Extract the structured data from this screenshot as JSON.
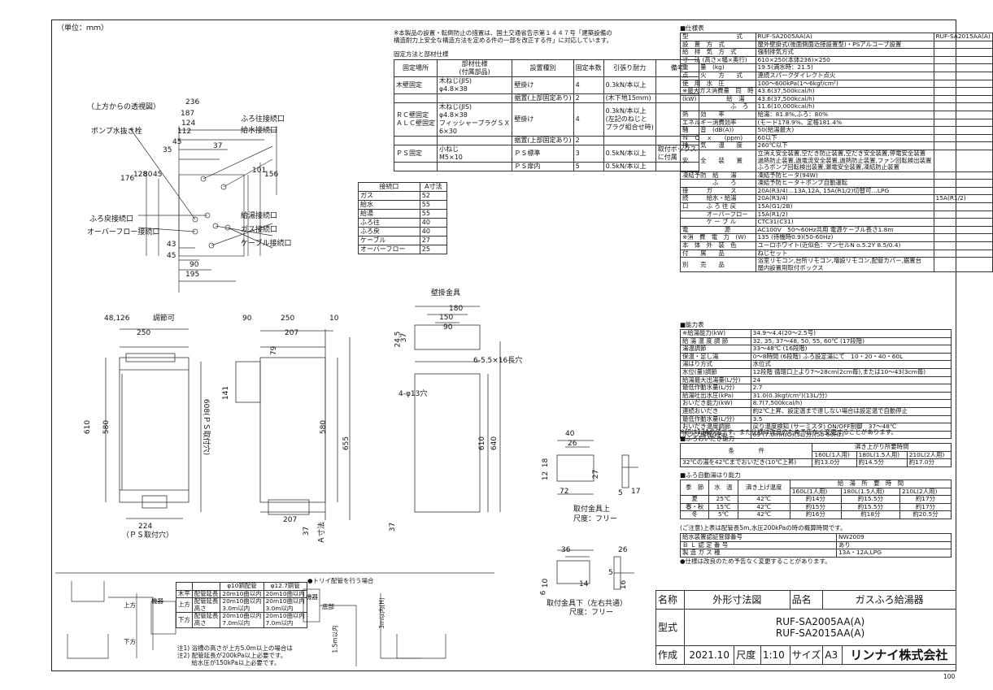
{
  "unit_note": "（単位：ｍｍ）",
  "notice": "※本製品の設置・転倒防止の措置は、国土交通省告示第１４４７号「建築設備の\n構造耐力上安全な構造方法を定める件の一部を改正する件」に対応しています。",
  "fixing": {
    "caption": "固定方法と部材仕様",
    "headers": [
      "固定場所",
      "部材仕様\n(付属部品)",
      "設置種別",
      "固定本数",
      "引張り耐力",
      "備考"
    ],
    "rows": [
      [
        "木壁固定",
        "木ねじ(JIS)\nφ4.8×38",
        "壁掛け",
        "4",
        "0.3kN/本以上",
        ""
      ],
      [
        "",
        "",
        "据置(上部固定あり)",
        "2",
        "(木下地15mm)",
        ""
      ],
      [
        "ＲＣ壁固定\nＡＬＣ壁固定",
        "木ねじ(JIS)\nφ4.8×38\nフィッシャープラグＳＸ\n6×30",
        "壁掛け",
        "4",
        "0.3kN/本以上\n(左記のねじと\nプラグ組合せ時)",
        ""
      ],
      [
        "",
        "",
        "据置(上部固定あり)",
        "2",
        "",
        ""
      ],
      [
        "ＰＳ固定",
        "小ねじ\nM5×10",
        "ＰＳ標準",
        "3",
        "0.5kN/本以上",
        "取付ボックス\nに付属"
      ],
      [
        "",
        "",
        "ＰＳ扉内",
        "5",
        "0.5kN/本以上",
        ""
      ]
    ]
  },
  "dims_table": {
    "headers": [
      "接続口",
      "A寸法"
    ],
    "rows": [
      [
        "ガス",
        "52"
      ],
      [
        "給水",
        "55"
      ],
      [
        "給湯",
        "55"
      ],
      [
        "ふろ往",
        "40"
      ],
      [
        "ふろ戻",
        "40"
      ],
      [
        "ケーブル",
        "27"
      ],
      [
        "オーバーフロー",
        "25"
      ]
    ]
  },
  "top_view": {
    "caption": "（上方からの透視図）",
    "labels": [
      "ポンプ水抜き栓",
      "ふろ往接続口",
      "給水接続口",
      "給湯接続口",
      "ふろ戻接続口",
      "ガス接続口",
      "オーバーフロー接続口",
      "ケーブル接続口"
    ],
    "dims": [
      "236",
      "187",
      "124",
      "112",
      "45",
      "35",
      "37",
      "101",
      "156",
      "176",
      "128",
      "80",
      "45",
      "43",
      "45",
      "90",
      "195"
    ]
  },
  "front_view": {
    "dims": [
      "48,126",
      "調節可",
      "250",
      "610",
      "580",
      "224",
      "（ＰＳ取付穴）",
      "608(ＰＳ取付穴)"
    ]
  },
  "side_view": {
    "dims": [
      "90",
      "250",
      "10",
      "207",
      "79",
      "141",
      "580",
      "655",
      "207",
      "37",
      "Ａ寸法"
    ]
  },
  "bracket": {
    "label": "壁掛金具",
    "dims": [
      "180",
      "150",
      "90",
      "24.5",
      "37",
      "6-5.5×16長穴",
      "4-φ13穴",
      "610",
      "640",
      "37"
    ]
  },
  "upper_bracket": {
    "label": "取付金具上",
    "scale": "尺度：フリー",
    "dims": [
      "40",
      "26",
      "18",
      "12",
      "27",
      "72",
      "17",
      "5"
    ]
  },
  "lower_bracket": {
    "label": "取付金具下（左右共通）",
    "scale": "尺度：フリー",
    "dims": [
      "36",
      "26",
      "10",
      "6",
      "14",
      "16",
      "5"
    ]
  },
  "spec": {
    "caption": "■仕様表",
    "rows": [
      [
        "型　　　　　　　　式",
        "RUF-SA2005AA(A)",
        "RUF-SA2015AA(A)"
      ],
      [
        "設　置　方　式",
        "屋外壁掛式(後面側面近接設置型)・PSアルコーブ設置",
        ""
      ],
      [
        "給　排　気　方　式",
        "強制排気方式",
        ""
      ],
      [
        "寸　法 (高さ×幅×奥行)",
        "610×250(本体236)×250",
        ""
      ],
      [
        "重　　量　(kg)",
        "19.5(満水時：21.5)",
        ""
      ],
      [
        "点　　火　　方　　式",
        "連続スパークダイレクト点火",
        ""
      ],
      [
        "使　用　水　圧",
        "100〜600kPa(1〜6kgf/cm²)",
        ""
      ],
      [
        "※最大ガス消費量　同　時",
        "43.6(37,500kcal/h)",
        ""
      ],
      [
        "(kW)　　　　　給　湯",
        "43.6(37,500kcal/h)",
        ""
      ],
      [
        "　　　　　　　　ふ　ろ",
        "11.6(10,000kcal/h)",
        ""
      ],
      [
        "熱　　効　　率",
        "給湯：81.8%,ふろ：80%",
        ""
      ],
      [
        "エネルギー消費効率",
        "(モード178.9%、定格181.4%",
        ""
      ],
      [
        "騒　　音　(dB(A))",
        "50(給湯最大)",
        ""
      ],
      [
        "Ｎ　Ｏ　ｘ　　(ppm)",
        "60以下",
        ""
      ],
      [
        "排　　気　　温　　度",
        "260℃以下",
        ""
      ],
      [
        "安　　全　　装　　置",
        "立消え安全装置,空だき防止装置,空だき安全装置,停電安全装置\n過熱防止装置,過電流安全装置,過熱防止装置,ファン回転検出装置\nふろポンプ回転検出装置,漏電安全装置,凍結防止装置",
        ""
      ],
      [
        "凍結予防　給　　湯",
        "凍結予防ヒータ(94W)",
        ""
      ],
      [
        "　　　　　ふ　　ろ",
        "凍結予防ヒータ＋ポンプ自動運転",
        ""
      ],
      [
        "接　　　ガ　　　ス",
        "20A(R3/4)…13A,12A, 15A(R1/2)切替可…LPG",
        ""
      ],
      [
        "続　　　給水・給湯",
        "20A(R3/4)",
        "15A(R1/2)"
      ],
      [
        "口　　　ふ ろ 往 戻",
        "15A(G1/2B)",
        ""
      ],
      [
        "　　　　オーバーフロー",
        "15A(R1/2)",
        ""
      ],
      [
        "　　　　ケ ー ブ ル",
        "CTC31(C31)",
        ""
      ],
      [
        "電　　　　　　源",
        "AC100V　50〜60Hz共用 電源ケーブル長さ1.8m",
        ""
      ],
      [
        "※消　費　電　力　(W)",
        "135 (待機時0.9)(50-60Hz)",
        ""
      ],
      [
        "本　体　外　装　色",
        "ユーロホワイト(近似色：マンセルN o.5.2Y 8.5/0.4)",
        ""
      ],
      [
        "付　　属　　品",
        "ねじセット",
        ""
      ],
      [
        "別　　売　　品",
        "浴室リモコン,台所リモコン,増設リモコン,配管カバー,据置台\n屋内設置用取付ボックス",
        ""
      ]
    ]
  },
  "performance": {
    "caption": "■能力表",
    "rows": [
      [
        "※給湯能力(kW)",
        "34.9〜4.4(20〜2.5号)"
      ],
      [
        "給 湯 温 度 調 節",
        "32, 35, 37〜48, 50, 55, 60℃ (17段階)"
      ],
      [
        "湯温調節",
        "33〜48℃ (16段階)"
      ],
      [
        "保温・足し湯",
        "0〜8時間 (6段階) ふろ設定湯にて　10・20・40・60L"
      ],
      [
        "湯はり方式",
        "水位式"
      ],
      [
        "水位(量)調節",
        "12段階 循環口上より7〜28cm(2cm毎),または10〜43(3cm毎)"
      ],
      [
        "給湯最大出湯量(L/分)",
        "24"
      ],
      [
        "最低作動水量(L/分)",
        "2.7"
      ],
      [
        "給湯吐出水圧(kPa)",
        "31.0(0.3kgf/cm²)(13L/分)"
      ],
      [
        "おいだき能力(kW)",
        "8.7(7,500kcal/h)"
      ],
      [
        "連続おいだき",
        "約2℃上昇、設定温まで達しない場合は設定温で自動停止"
      ],
      [
        "最低作動水量(L/分)",
        "3.5"
      ],
      [
        "おいだき温度調節",
        "戻り温度検知 (サーミスタ) ON/OFF制御　37〜48℃"
      ],
      [
        "ポンプ揚程(kPa)",
        "69 (7.0mH₂O)(5L/分)(50-60Hz)"
      ]
    ],
    "note": "※印は13Aの値です。また仕様は改良のため予告なく変更することがあります。"
  },
  "reheat": {
    "caption": "■ふろおいだき能力",
    "headers": [
      "条　　　　件",
      "沸き上がり所要時間"
    ],
    "sub": [
      "160L(1人用)",
      "180L(1.5人用)",
      "210L(2人用)"
    ],
    "rows": [
      [
        "32℃の湯を42℃までおいだき(10℃上昇)",
        "約13.0分",
        "約14.5分",
        "約17.0分"
      ]
    ]
  },
  "auto_fill": {
    "caption": "■ふろ自動湯はり能力",
    "headers": [
      "季　節",
      "水　温",
      "沸き上げ温度",
      "給　湯　所　要　時　間"
    ],
    "sub": [
      "160L(1人用)",
      "180L(1.5人用)",
      "210L(2人用)"
    ],
    "rows": [
      [
        "夏",
        "25℃",
        "42℃",
        "約14分",
        "約15.5分",
        "約17分"
      ],
      [
        "春・秋",
        "15℃",
        "42℃",
        "約15分",
        "約15.5分",
        "約17分"
      ],
      [
        "冬",
        "5℃",
        "42℃",
        "約16分",
        "約18分",
        "約20.5分"
      ]
    ],
    "note": "(ご注意)上表は配管長5m,水圧200kPaの時の概算時間です。"
  },
  "cert": {
    "rows": [
      [
        "給水装置認証登録番号",
        "NW2009"
      ],
      [
        "Ｂ Ｌ 認 定 番 号",
        "あり"
      ],
      [
        "製 造 ガ ス 種",
        "13A・12A,LPG"
      ]
    ],
    "note": "●仕様は改良のため予告なく変更することがあります。"
  },
  "piping": {
    "headers": [
      "",
      "",
      "φ10銅配管",
      "φ12.7銅管"
    ],
    "rows": [
      [
        "木平",
        "配管延長",
        "20m10曲以内",
        "20m10曲以内"
      ],
      [
        "上方",
        "配管延長\n高さ",
        "20m10曲以内\n3.0m以内",
        "20m10曲以内\n3.0m以内"
      ],
      [
        "下方",
        "配管延長\n高さ",
        "20m10曲以内\n7.0m以内",
        "20m10曲以内\n7.0m以内"
      ]
    ],
    "notes": [
      "注1) 浴槽の高さが上方5.0m以上の場合は",
      "注2) 配管延長が200kPa以上必要です。",
      "　　 給水圧が150kPa以上必要です。"
    ],
    "diagram_labels": [
      "機器",
      "上方",
      "下方",
      "●トリイ配管を行う場合",
      "機器",
      "底部",
      "1.5m以内",
      "3m以内(H)"
    ]
  },
  "title_block": {
    "name_label": "名称",
    "name": "外形寸法図",
    "product_label": "品名",
    "product": "ガスふろ給湯器",
    "model_label": "型式",
    "model1": "RUF-SA2005AA(A)",
    "model2": "RUF-SA2015AA(A)",
    "made_label": "作成",
    "date": "2021.10",
    "scale_label": "尺度",
    "scale": "1:10",
    "size_label": "サイズ",
    "size": "A3",
    "company": "リンナイ株式会社",
    "sheet": "100"
  }
}
